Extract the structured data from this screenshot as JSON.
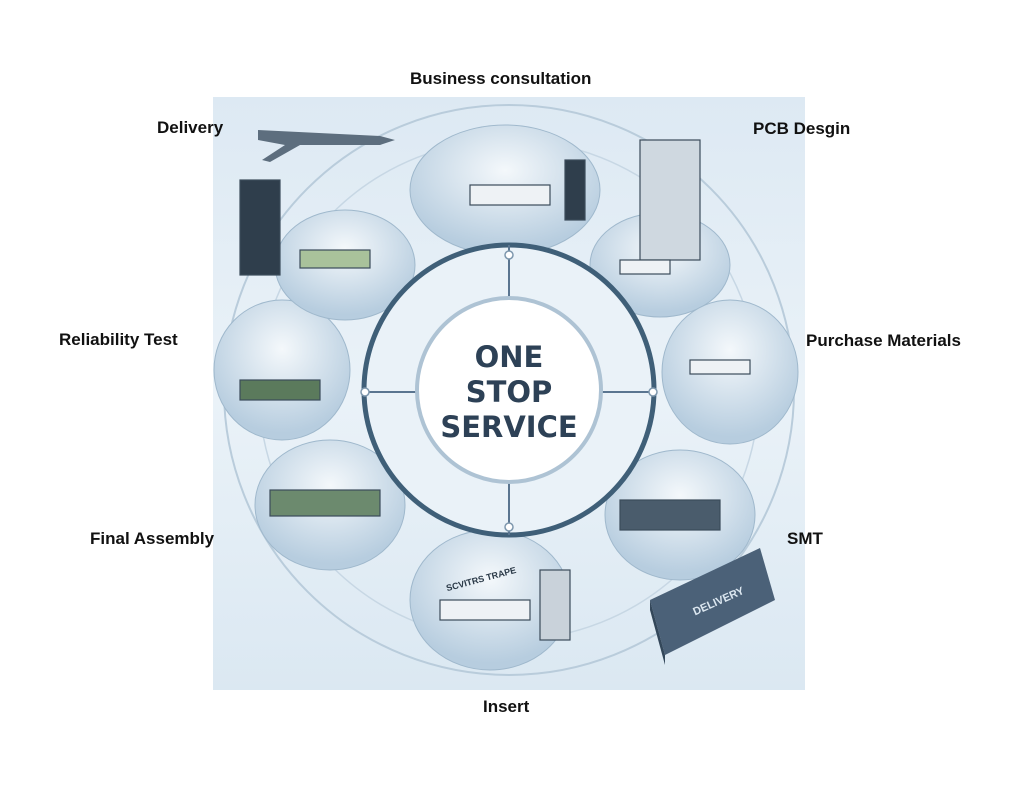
{
  "center": {
    "line1": "ONE",
    "line2": "STOP",
    "line3": "SERVICE"
  },
  "stations": [
    {
      "id": "business",
      "label": "Business consultation"
    },
    {
      "id": "pcb",
      "label": "PCB Desgin"
    },
    {
      "id": "purchase",
      "label": "Purchase Materials"
    },
    {
      "id": "smt",
      "label": "SMT"
    },
    {
      "id": "insert",
      "label": "Insert"
    },
    {
      "id": "final",
      "label": "Final Assembly"
    },
    {
      "id": "reliability",
      "label": "Reliability Test"
    },
    {
      "id": "delivery",
      "label": "Delivery"
    }
  ],
  "illustration": {
    "sign_text": "SCVITRS TRAPE",
    "truck_text": "DELIVERY"
  },
  "colors": {
    "ring": "#3f5f78",
    "panel": "#e3eef6",
    "dome": "#c9dbe9"
  }
}
